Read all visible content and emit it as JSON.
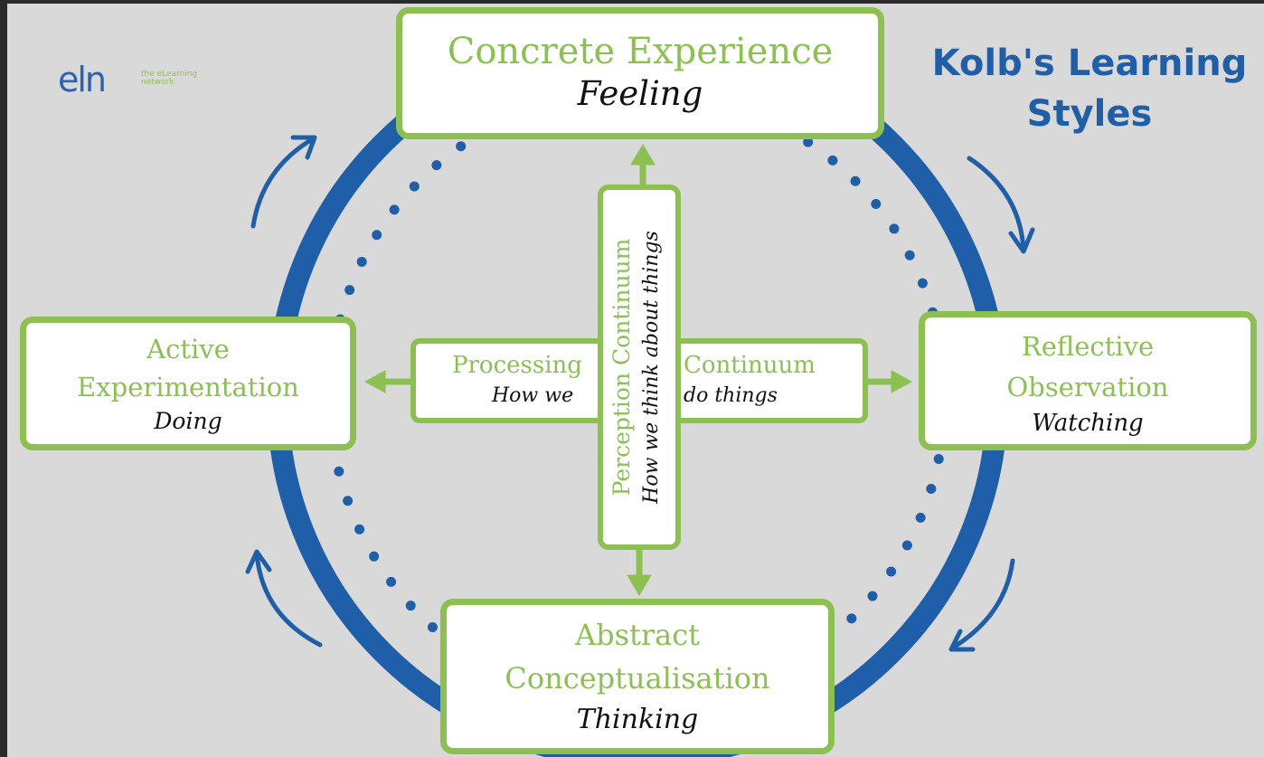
{
  "title": {
    "line1": "Kolb's Learning",
    "line2": "Styles"
  },
  "logo": {
    "mark": "eln",
    "tagline": "the eLearning network"
  },
  "stages": {
    "top": {
      "heading": "Concrete Experience",
      "mode": "Feeling"
    },
    "right": {
      "heading_line1": "Reflective",
      "heading_line2": "Observation",
      "mode": "Watching"
    },
    "bottom": {
      "heading_line1": "Abstract",
      "heading_line2": "Conceptualisation",
      "mode": "Thinking"
    },
    "left": {
      "heading_line1": "Active",
      "heading_line2": "Experimentation",
      "mode": "Doing"
    }
  },
  "processing_continuum": {
    "left_heading": "Processing",
    "right_heading": "Continuum",
    "left_sub": "How we",
    "right_sub": "do things"
  },
  "perception_continuum": {
    "heading": "Perception Continuum",
    "sub": "How we think about things"
  },
  "colors": {
    "accent_green": "#8cc152",
    "ring_blue": "#1f5ea8",
    "background": "#d9d9d9"
  }
}
